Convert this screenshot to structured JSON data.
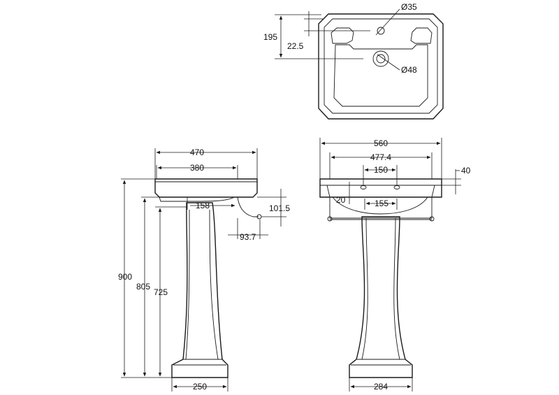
{
  "labels": {
    "top_hole_tap": "Ø35",
    "top_hole_waste": "Ø48",
    "top_depth": "195",
    "top_offset": "22.5",
    "side_width_outer": "470",
    "side_width_inner": "380",
    "side_height_total": "900",
    "side_height_rim": "805",
    "side_height_pedestal": "725",
    "side_waste_depth": "158",
    "side_trap_height": "101.5",
    "side_trap_offset": "93.7",
    "side_base_width": "250",
    "front_width_outer": "560",
    "front_width_inner": "477.4",
    "front_tap_centres": "150",
    "front_rim_height": "40",
    "front_rail_offset": "20",
    "front_waste_width": "155",
    "front_base_width": "284"
  },
  "colors": {
    "line": "#1a1a1a",
    "background": "#ffffff"
  }
}
